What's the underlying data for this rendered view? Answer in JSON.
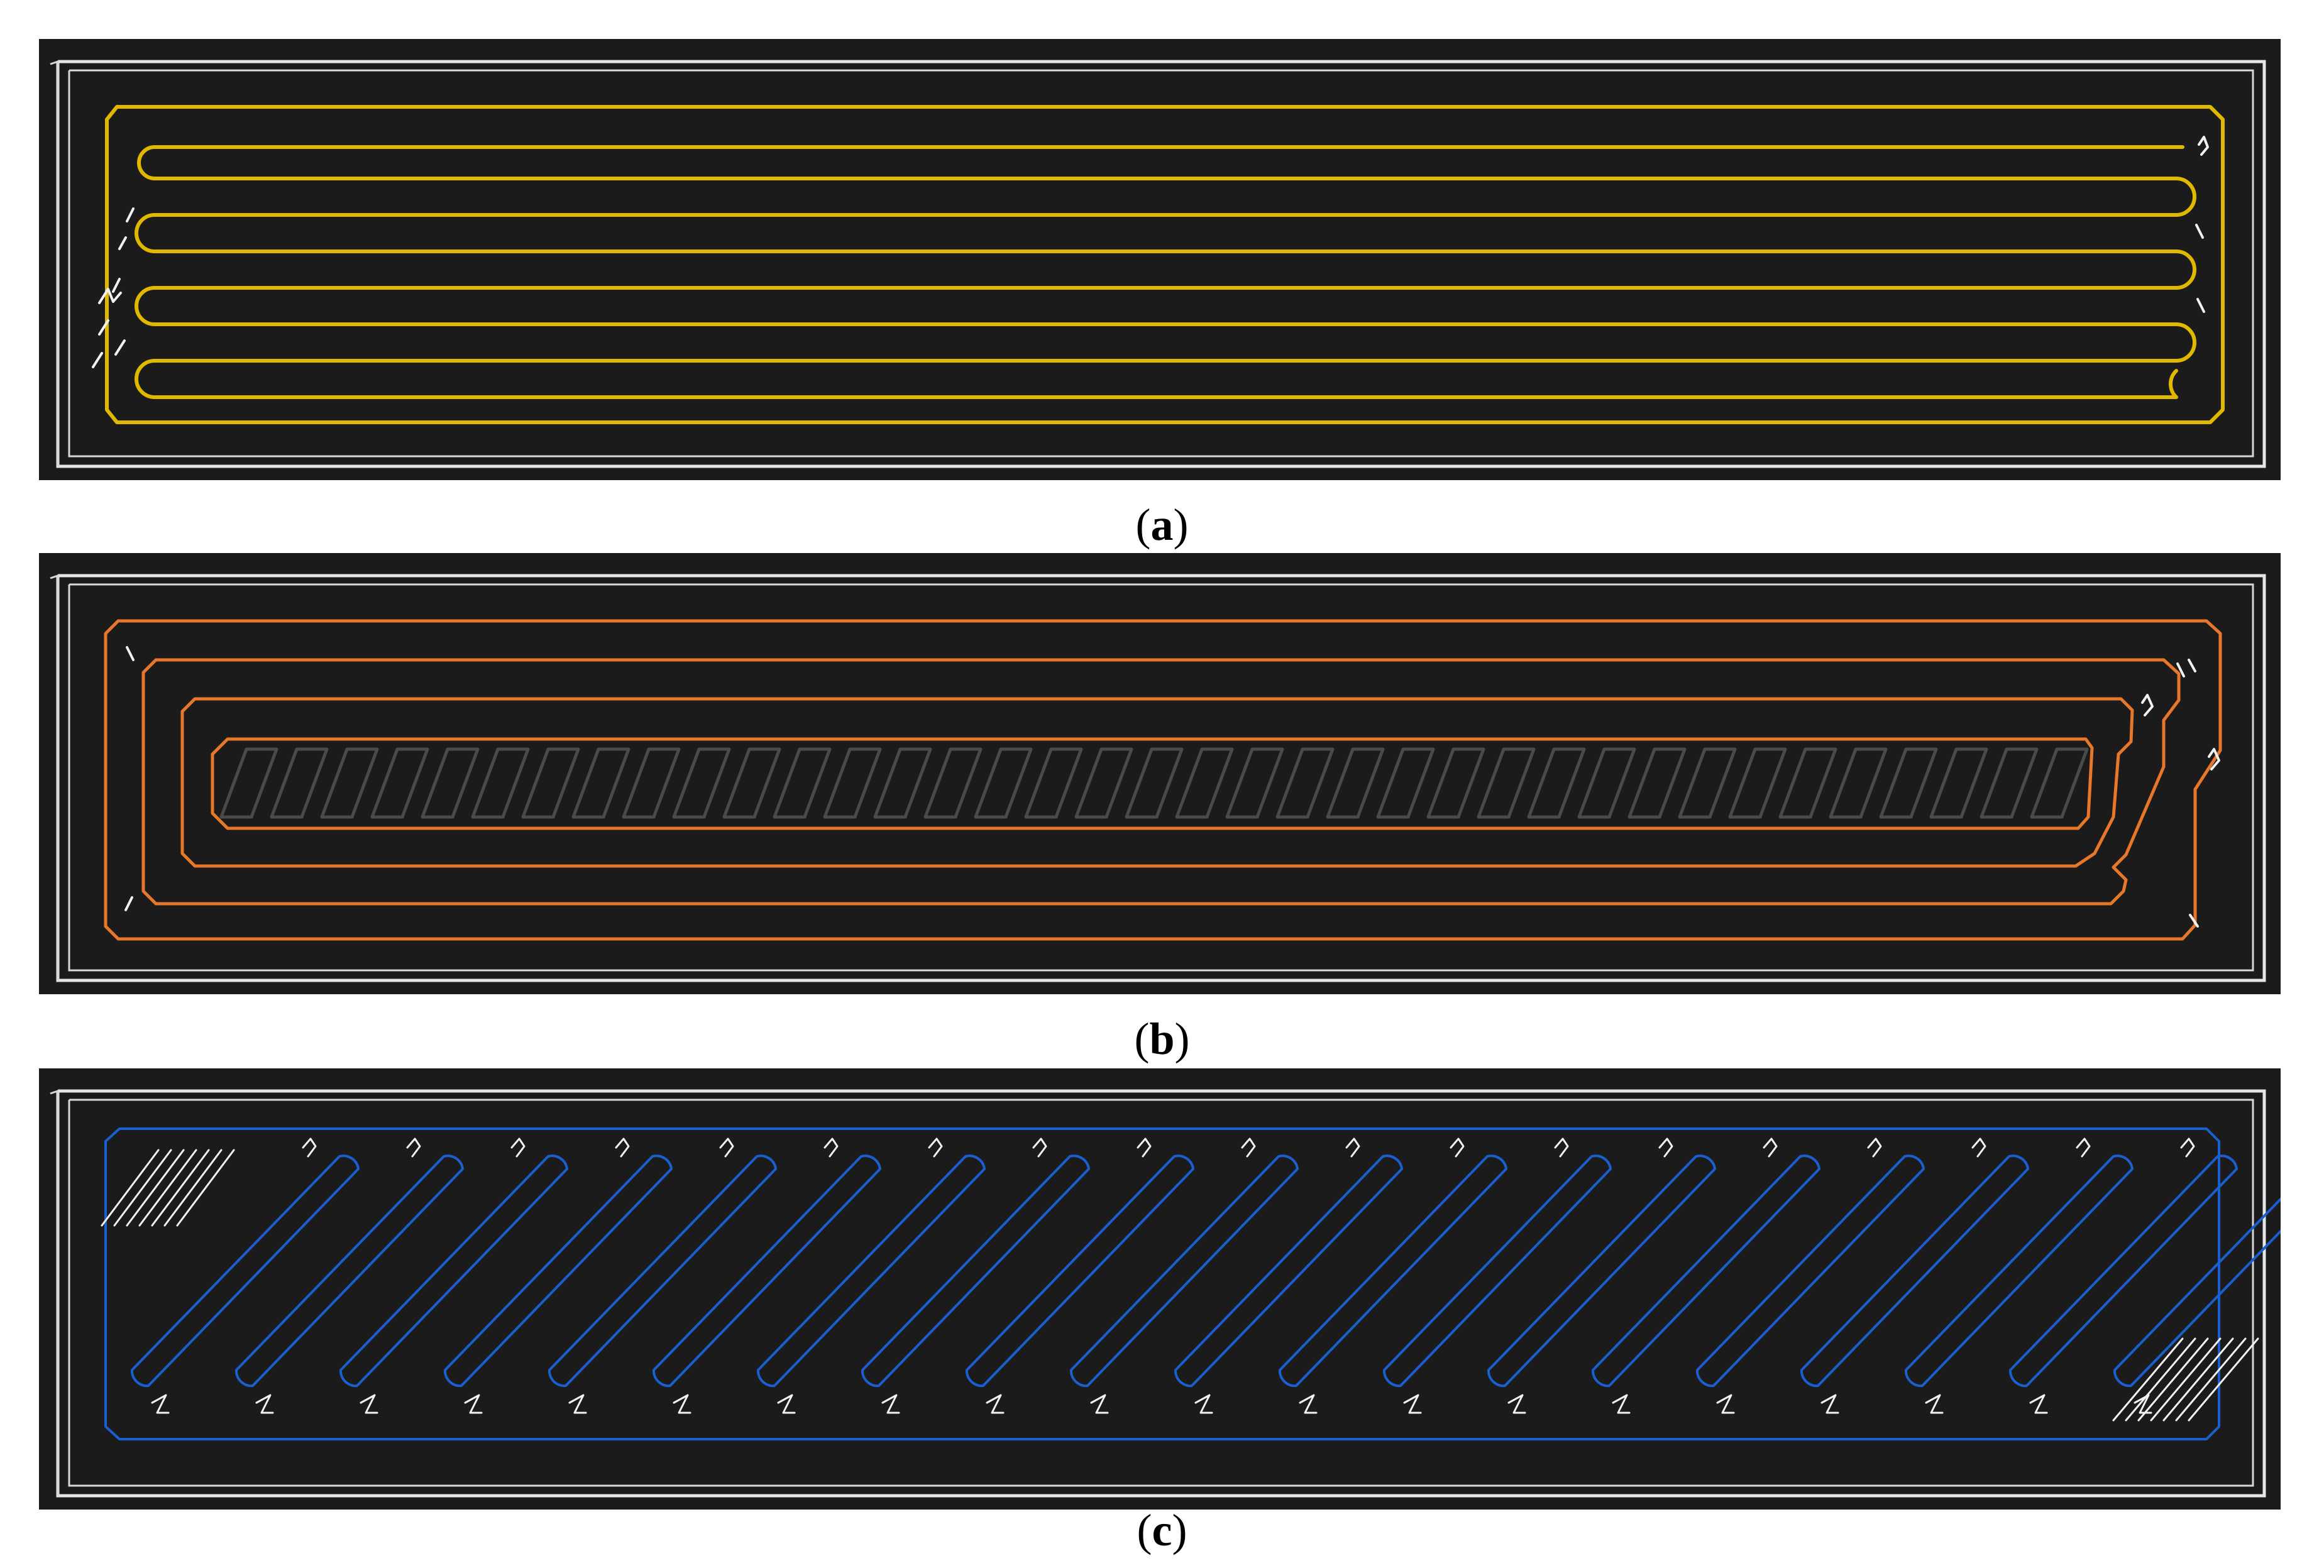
{
  "colors": {
    "background": "#1b1b1b",
    "walls": "#e6e6e6",
    "travel_moves": "#f2f2f2",
    "path_a": "#e0b800",
    "path_b": "#e8772a",
    "path_c": "#1a5fd0",
    "inner_hatch_b": "#4a4a4a"
  },
  "panels": [
    {
      "id": "a",
      "caption_open": "(",
      "caption_letter": "a",
      "caption_close": ")",
      "path_style": "zigzag-longitudinal"
    },
    {
      "id": "b",
      "caption_open": "(",
      "caption_letter": "b",
      "caption_close": ")",
      "path_style": "concentric"
    },
    {
      "id": "c",
      "caption_open": "(",
      "caption_letter": "c",
      "caption_close": ")",
      "path_style": "zigzag-diagonal"
    }
  ]
}
